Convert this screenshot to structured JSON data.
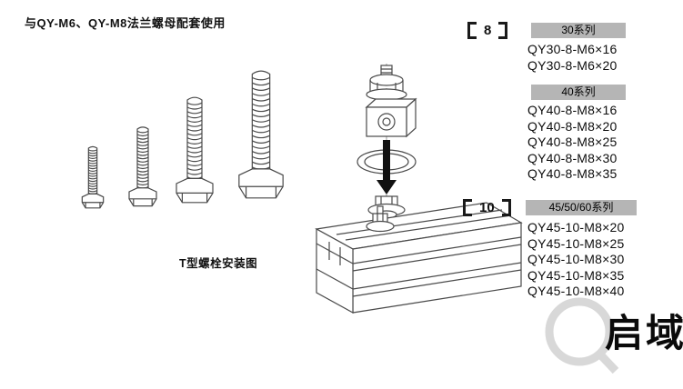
{
  "page": {
    "top_note": "与QY-M6、QY-M8法兰螺母配套使用",
    "diagram_caption": "T型螺栓安装图"
  },
  "parts_list": {
    "groups": [
      {
        "marker": "8",
        "series": [
          {
            "label": "30系列",
            "items": [
              "QY30-8-M6×16",
              "QY30-8-M6×20"
            ]
          },
          {
            "label": "40系列",
            "items": [
              "QY40-8-M8×16",
              "QY40-8-M8×20",
              "QY40-8-M8×25",
              "QY40-8-M8×30",
              "QY40-8-M8×35"
            ]
          }
        ]
      },
      {
        "marker": "10",
        "series": [
          {
            "label": "45/50/60系列",
            "items": [
              "QY45-10-M8×20",
              "QY45-10-M8×25",
              "QY45-10-M8×30",
              "QY45-10-M8×35",
              "QY45-10-M8×40"
            ]
          }
        ]
      }
    ]
  },
  "icons": {
    "install_direction_arrow": "↓"
  },
  "watermark": {
    "brand": "启域"
  },
  "colors": {
    "badge_bg": "#b5b5b5",
    "line_art": "#4a4a4a",
    "text": "#111111",
    "watermark_gray": "#d8d8d8"
  }
}
